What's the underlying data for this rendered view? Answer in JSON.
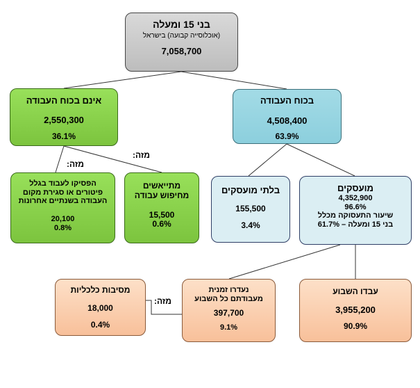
{
  "root": {
    "title": "בני 15 ומעלה",
    "subtitle": "(אוכלוסייה קבועה) בישראל",
    "value": "7,058,700"
  },
  "not_labor_force": {
    "title": "אינם בכוח העבודה",
    "value": "2,550,300",
    "pct": "36.1%"
  },
  "labor_force": {
    "title": "בכוח העבודה",
    "value": "4,508,400",
    "pct": "63.9%"
  },
  "of_which_label": "מזה:",
  "stopped_working": {
    "line1": "הפסיקו לעבוד בגלל",
    "line2": "פיטורים או סגירת מקום",
    "line3": "העבודה בשנתיים אחרונות",
    "value": "20,100",
    "pct": "0.8%"
  },
  "discouraged": {
    "line1": "מתייאשים",
    "line2": "מחיפוש עבודה",
    "value": "15,500",
    "pct": "0.6%"
  },
  "unemployed": {
    "title": "בלתי מועסקים",
    "value": "155,500",
    "pct": "3.4%"
  },
  "employed": {
    "title": "מועסקים",
    "value": "4,352,900",
    "pct": "96.6%",
    "rate_line1": "שיעור התעסוקה מכלל",
    "rate_line2": "בני 15 ומעלה – 61.7%"
  },
  "worked_week": {
    "title": "עבדו השבוע",
    "value": "3,955,200",
    "pct": "90.9%"
  },
  "temp_absent": {
    "line1": "נעדרו זמנית",
    "line2": "מעבודתם כל השבוע",
    "value": "397,700",
    "pct": "9.1%"
  },
  "economic_reasons": {
    "title": "מסיבות כלכליות",
    "value": "18,000",
    "pct": "0.4%"
  }
}
